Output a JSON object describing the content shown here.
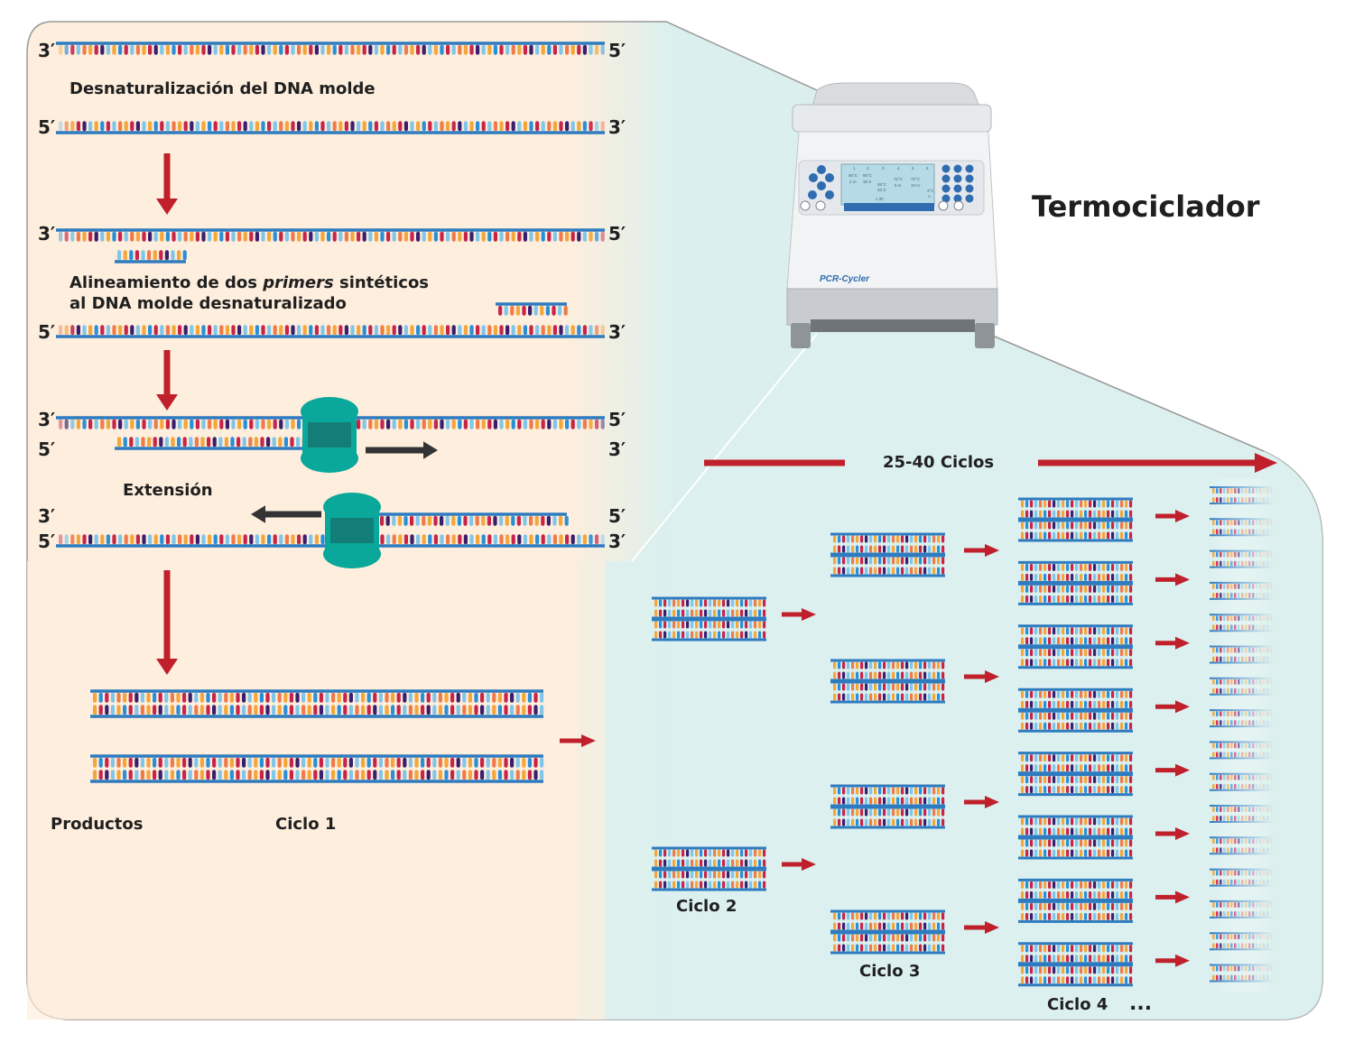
{
  "colors": {
    "panel_left": "#fdeedd",
    "panel_right": "#dbf0ee",
    "strand": "#2e7bc0",
    "arrow_red": "#c0202b",
    "arrow_dark": "#333333",
    "polymerase": "#0aa89a",
    "base_palette": [
      "#f4a63a",
      "#2a8fd6",
      "#c8244a",
      "#3a1f6e",
      "#7fc6e8",
      "#f07b4a"
    ]
  },
  "stages": {
    "denaturation": {
      "top_left": "3′",
      "top_right": "5′",
      "label": "Desnaturalización del DNA molde",
      "bottom_left": "5′",
      "bottom_right": "3′"
    },
    "annealing": {
      "top_left": "3′",
      "top_right": "5′",
      "label_line1_pre": "Alineamiento de dos ",
      "label_line1_italic": "primers",
      "label_line1_post": " sintéticos",
      "label_line2": "al DNA molde desnaturalizado",
      "bottom_left": "5′",
      "bottom_right": "3′"
    },
    "extension": {
      "a_top_left": "3′",
      "a_top_right": "5′",
      "a_bottom_left": "5′",
      "a_bottom_right": "3′",
      "label": "Extensión",
      "b_top_left": "3′",
      "b_top_right": "5′",
      "b_bottom_left": "5′",
      "b_bottom_right": "3′"
    },
    "products": {
      "label": "Productos",
      "cycle": "Ciclo 1"
    }
  },
  "machine": {
    "title": "Termociclador",
    "brand": "PCR-Cycler",
    "screen_cols": [
      "1",
      "2",
      "3",
      "4",
      "5",
      "6"
    ],
    "screen_row1": [
      "95°C",
      "95°C"
    ],
    "screen_row1b": [
      "2 m",
      "30 S"
    ],
    "screen_row2": [
      "55°C",
      "72°C",
      "72°C"
    ],
    "screen_row2b": [
      "30 S",
      "5 m",
      "10 m"
    ],
    "screen_end": "4°C",
    "screen_end_b": "∞",
    "screen_loop": "x 30"
  },
  "amplification": {
    "cycles_label": "25-40 Ciclos",
    "cycle2": "Ciclo 2",
    "cycle3": "Ciclo 3",
    "cycle4": "Ciclo 4",
    "ellipsis": "..."
  }
}
